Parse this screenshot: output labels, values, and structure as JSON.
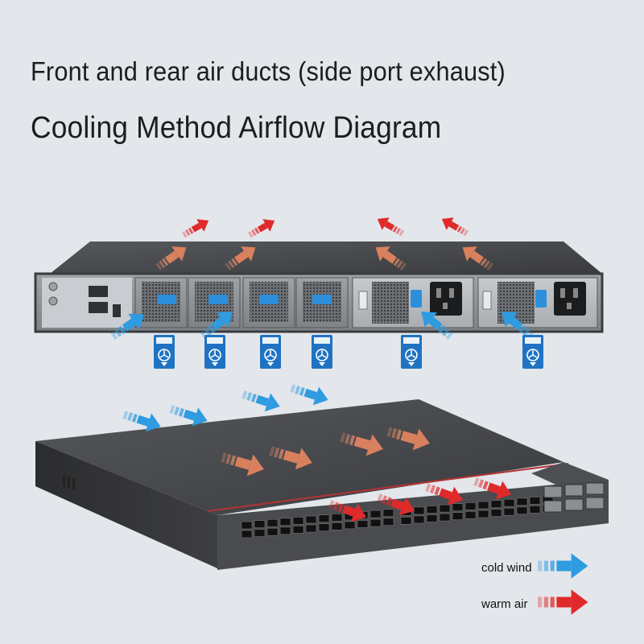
{
  "header": {
    "subtitle": "Front and rear air ducts (side port exhaust)",
    "title": "Cooling Method Airflow Diagram"
  },
  "colors": {
    "background": "#e3e6eb",
    "chassis": "#3c3d40",
    "rear_panel": "#b9bcc0",
    "cold_wind": "#2f9be0",
    "warm_air": "#e02a2a",
    "fan_tag": "#1f73c2"
  },
  "icons": {
    "fan_tag": "air-in-fan-tag-icon",
    "power_socket": "power-socket-icon"
  },
  "legend": {
    "cold_label": "cold wind",
    "warm_label": "warm air"
  }
}
